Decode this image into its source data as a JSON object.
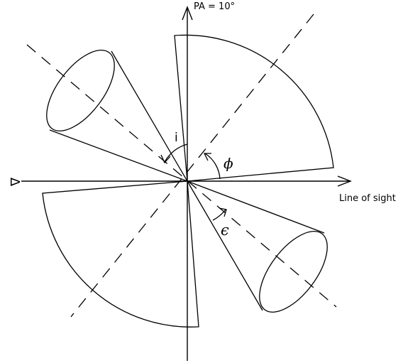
{
  "labels": {
    "pa": "PA = 10°",
    "line_of_sight": "Line of sight",
    "delta": "Δ",
    "inclination": "i",
    "phi": "ϕ",
    "epsilon": "ϵ"
  },
  "colors": {
    "ink": "#000000",
    "background": "#ffffff"
  }
}
